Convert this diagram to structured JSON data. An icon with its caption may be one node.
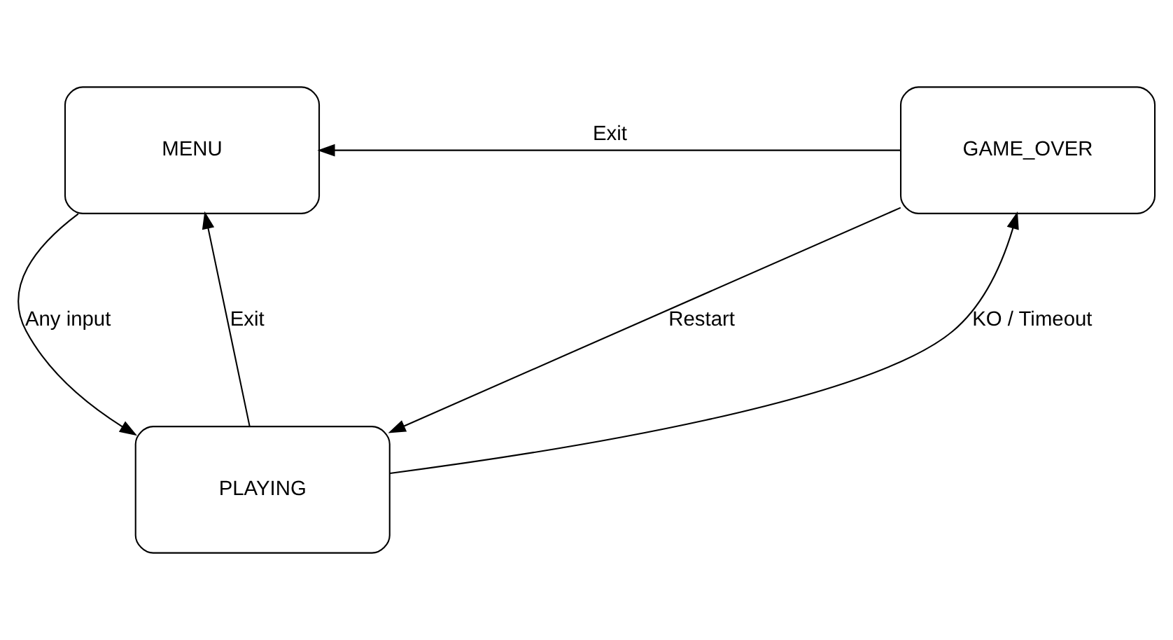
{
  "diagram": {
    "nodes": [
      {
        "text": [
          "MENU"
        ]
      },
      {
        "text": [
          "GAME_OVER"
        ]
      },
      {
        "text": [
          "PLAYING"
        ]
      }
    ],
    "edges": [
      {
        "from": 0,
        "to": 2,
        "arrow": "to",
        "label": "Any input"
      },
      {
        "from": 2,
        "to": 0,
        "arrow": "to",
        "label": "Exit"
      },
      {
        "from": 1,
        "to": 0,
        "arrow": "to",
        "label": "Exit"
      },
      {
        "from": 2,
        "to": 1,
        "arrow": "to",
        "label": "KO / Timeout"
      },
      {
        "from": 1,
        "to": 2,
        "arrow": "to",
        "label": "Restart"
      }
    ]
  }
}
